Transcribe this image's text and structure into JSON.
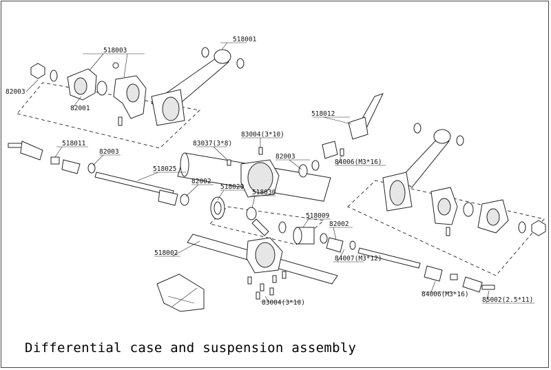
{
  "caption": "Differential case and suspension assembly",
  "part_labels": [
    "518001",
    "518003",
    "82003",
    "82001",
    "518011",
    "82003",
    "518025",
    "83037(3*8)",
    "83004(3*10)",
    "82003",
    "518012",
    "84006(M3*16)",
    "82002",
    "518029",
    "518030",
    "518009",
    "82002",
    "518002",
    "84007(M3*12)",
    "84006(M3*16)",
    "85002(2.5*11)",
    "83004(3*10)"
  ]
}
